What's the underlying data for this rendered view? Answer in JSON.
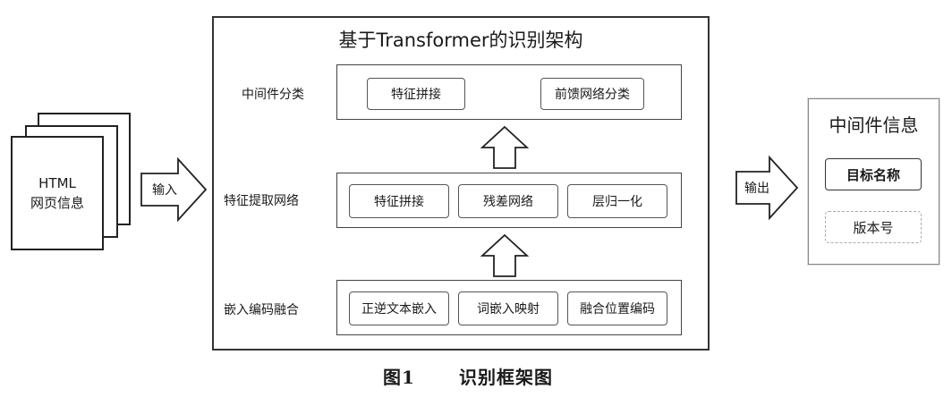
{
  "input_doc": {
    "line1": "HTML",
    "line2": "网页信息"
  },
  "input_arrow": {
    "label": "输入"
  },
  "framework": {
    "title": "基于Transformer的识别架构",
    "layers": [
      {
        "label": "中间件分类",
        "boxes": [
          "特征拼接",
          "前馈网络分类"
        ]
      },
      {
        "label": "特征提取网络",
        "boxes": [
          "特征拼接",
          "残差网络",
          "层归一化"
        ]
      },
      {
        "label": "嵌入编码融合",
        "boxes": [
          "正逆文本嵌入",
          "词嵌入映射",
          "融合位置编码"
        ]
      }
    ]
  },
  "output_arrow": {
    "label": "输出"
  },
  "output_panel": {
    "title": "中间件信息",
    "items": [
      {
        "label": "目标名称",
        "style": "bold"
      },
      {
        "label": "版本号",
        "style": "dashed"
      }
    ]
  },
  "caption": {
    "figure_no": "图1",
    "text": "识别框架图"
  }
}
